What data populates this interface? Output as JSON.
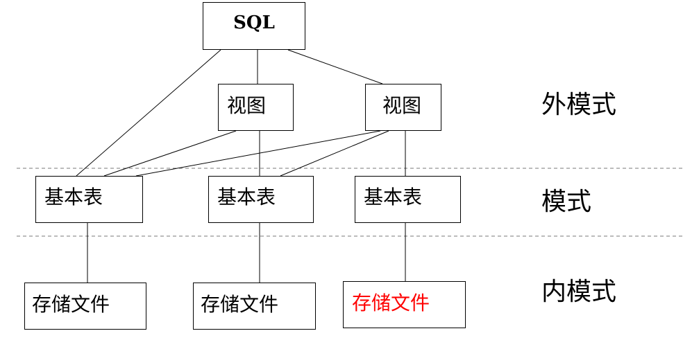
{
  "diagram": {
    "sql": "SQL",
    "views": [
      "视图",
      "视图"
    ],
    "tables": [
      "基本表",
      "基本表",
      "基本表"
    ],
    "files": [
      "存储文件",
      "存储文件",
      "存储文件"
    ],
    "highlight_color": "#ff0000",
    "levels": {
      "external": "外模式",
      "conceptual": "模式",
      "internal": "内模式"
    }
  }
}
